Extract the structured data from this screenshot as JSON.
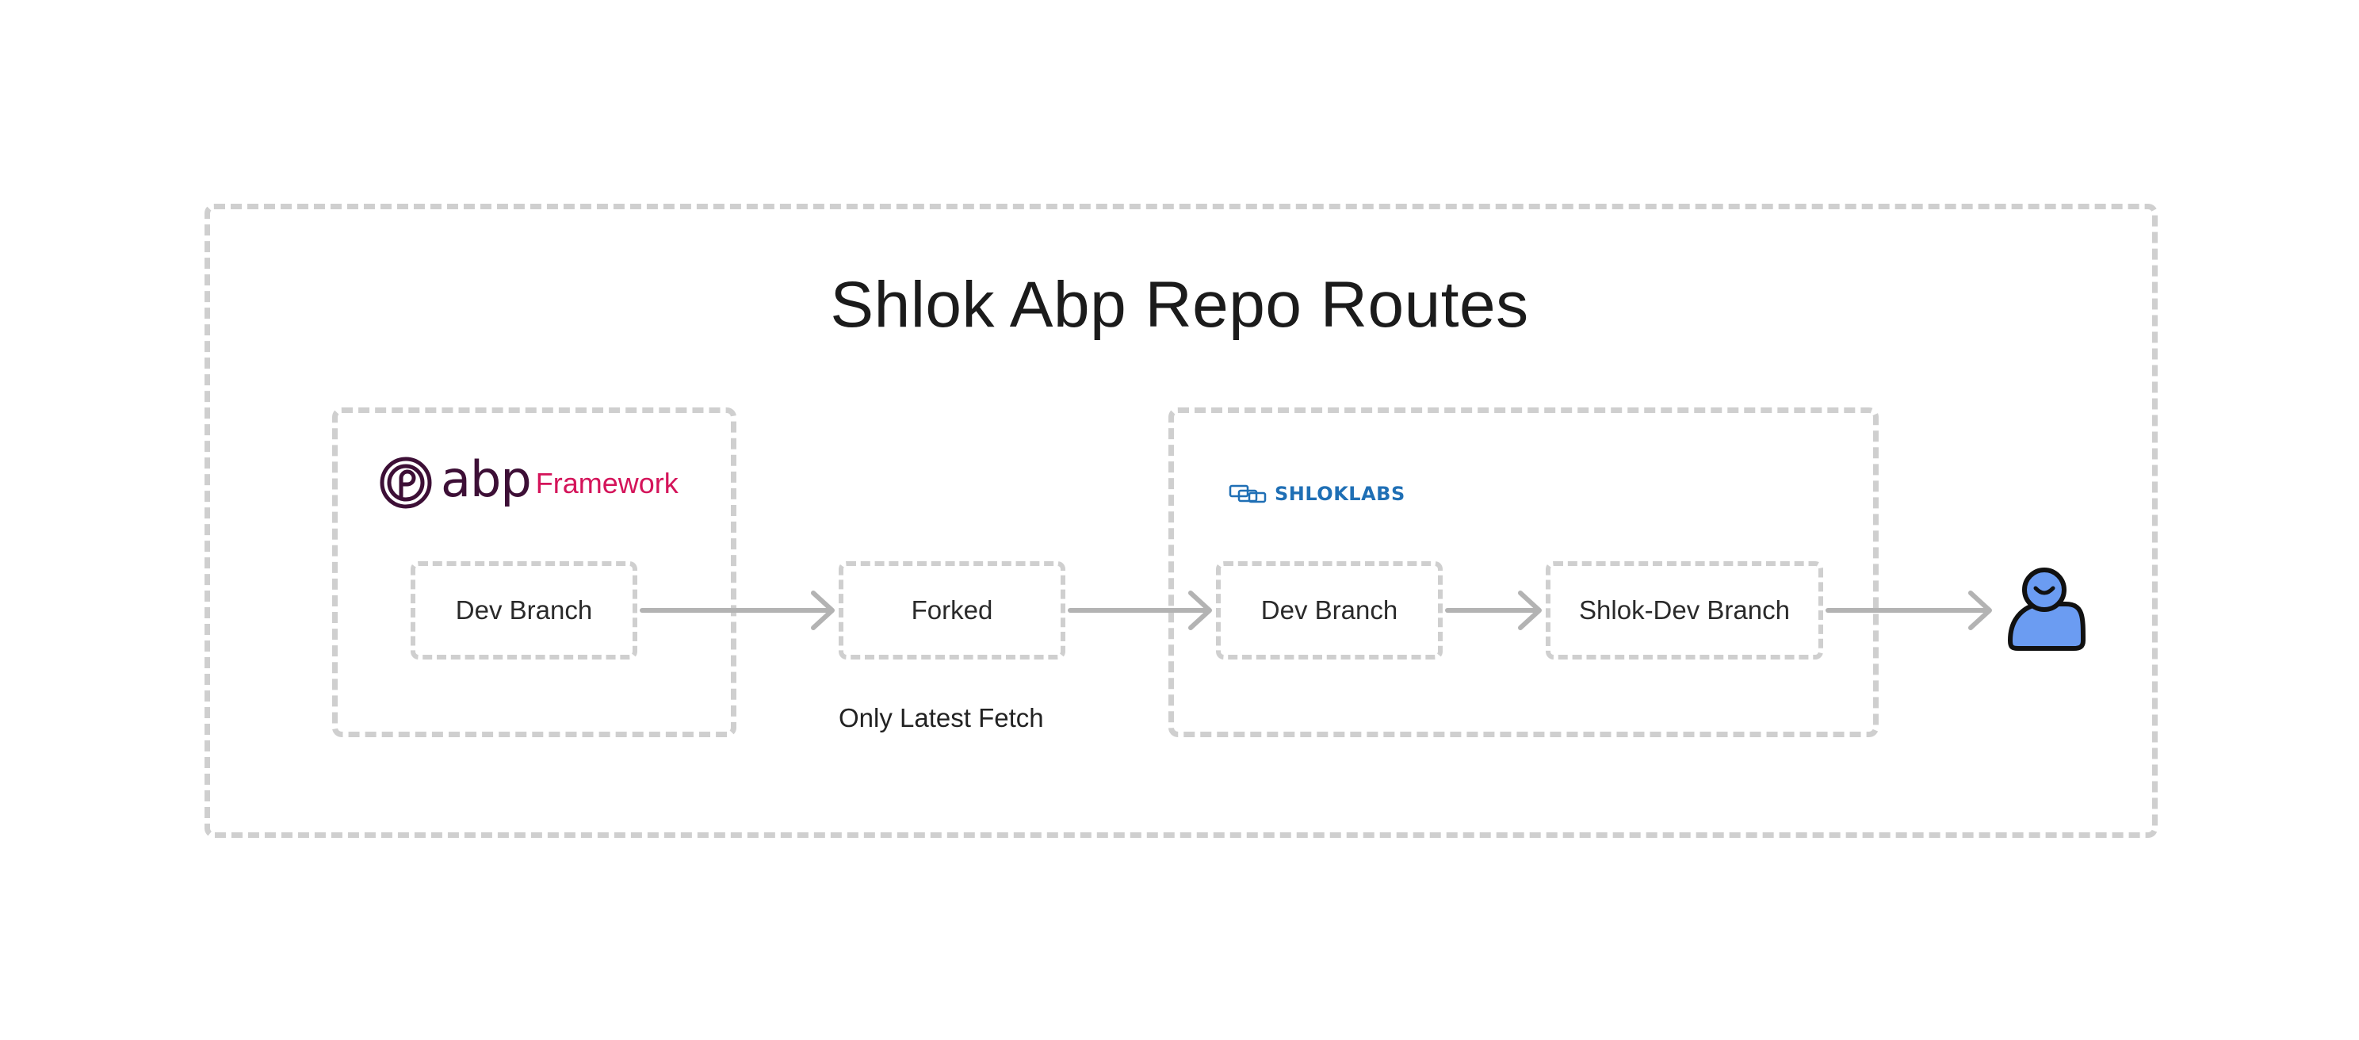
{
  "diagram": {
    "title": "Shlok Abp Repo Routes",
    "abp_group": {
      "logo": {
        "mark": "abp",
        "suffix": "Framework"
      },
      "node": "Dev Branch"
    },
    "forked_node": "Forked",
    "forked_caption": "Only Latest Fetch",
    "shlok_group": {
      "logo": {
        "mark": "SHLOKLABS"
      },
      "nodes": [
        "Dev Branch",
        "Shlok-Dev Branch"
      ]
    },
    "end_actor_icon": "user-icon",
    "colors": {
      "dashed_border": "#cfcfcf",
      "arrow": "#b3b3b3",
      "abp_dark": "#3d0f36",
      "abp_accent": "#d4145a",
      "shlok_blue": "#1f6fb5",
      "user_fill": "#6b9cf2"
    }
  }
}
